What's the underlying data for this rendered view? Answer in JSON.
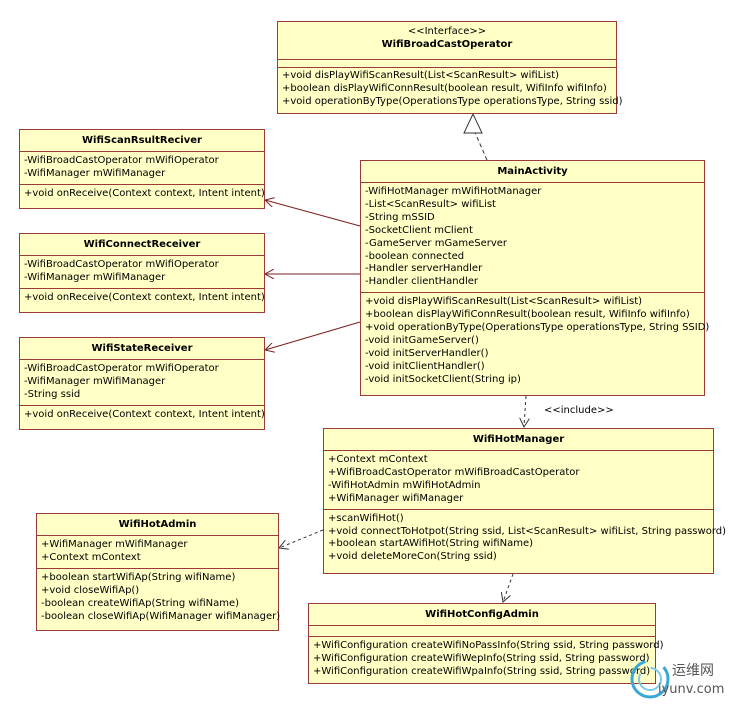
{
  "classes": {
    "wifi_broadcast_operator": {
      "stereotype": "<<Interface>>",
      "name": "WifiBroadCastOperator",
      "attributes": [],
      "operations": [
        "+void disPlayWifiScanResult(List<ScanResult> wifiList)",
        "+boolean disPlayWifiConnResult(boolean result, WifiInfo wifiInfo)",
        "+void operationByType(OperationsType operationsType, String ssid)"
      ]
    },
    "wifi_scan_rsult_reciver": {
      "name": "WifiScanRsultReciver",
      "attributes": [
        "-WifiBroadCastOperator mWifiOperator",
        "-WifiManager mWifiManager"
      ],
      "operations": [
        "+void onReceive(Context context, Intent intent)"
      ]
    },
    "wifi_connect_receiver": {
      "name": "WifiConnectReceiver",
      "attributes": [
        "-WifiBroadCastOperator mWifiOperator",
        "-WifiManager mWifiManager"
      ],
      "operations": [
        "+void onReceive(Context context, Intent intent)"
      ]
    },
    "wifi_state_receiver": {
      "name": "WifiStateReceiver",
      "attributes": [
        "-WifiBroadCastOperator mWifiOperator",
        "-WifiManager mWifiManager",
        "-String ssid"
      ],
      "operations": [
        "+void onReceive(Context context, Intent intent)"
      ]
    },
    "main_activity": {
      "name": "MainActivity",
      "attributes": [
        "-WifiHotManager mWifiHotManager",
        "-List<ScanResult> wifiList",
        "-String mSSID",
        "-SocketClient mClient",
        "-GameServer mGameServer",
        "-boolean connected",
        "-Handler serverHandler",
        "-Handler clientHandler"
      ],
      "operations": [
        "+void disPlayWifiScanResult(List<ScanResult> wifiList)",
        "+boolean disPlayWifiConnResult(boolean result, WifiInfo wifiInfo)",
        "+void operationByType(OperationsType operationsType, String SSID)",
        "-void initGameServer()",
        "-void initServerHandler()",
        "-void initClientHandler()",
        "-void initSocketClient(String ip)"
      ]
    },
    "wifi_hot_manager": {
      "name": "WifiHotManager",
      "attributes": [
        "+Context mContext",
        "+WifiBroadCastOperator mWifiBroadCastOperator",
        "-WifiHotAdmin mWifiHotAdmin",
        "+WifiManager wifiManager"
      ],
      "operations": [
        "+scanWifiHot()",
        "+void connectToHotpot(String ssid, List<ScanResult> wifiList, String password)",
        "+boolean startAWifiHot(String wifiName)",
        "+void deleteMoreCon(String ssid)"
      ]
    },
    "wifi_hot_admin": {
      "name": "WifiHotAdmin",
      "attributes": [
        "+WifiManager mWifiManager",
        "+Context mContext"
      ],
      "operations": [
        "+boolean startWifiAp(String wifiName)",
        "+void closeWifiAp()",
        "-boolean createWifiAp(String wifiName)",
        "-boolean closeWifiAp(WifiManager wifiManager)"
      ]
    },
    "wifi_hot_config_admin": {
      "name": "WifiHotConfigAdmin",
      "attributes": [],
      "operations": [
        "+WifiConfiguration createWifiNoPassInfo(String ssid, String password)",
        "+WifiConfiguration createWifiWepInfo(String ssid, String password)",
        "+WifiConfiguration createWifiWpaInfo(String ssid, String password)"
      ]
    }
  },
  "relations": {
    "include_label": "<<include>>"
  },
  "watermark": {
    "text_cn": "运维网",
    "text_en": "iyunv.com",
    "colors": {
      "ring": "#38a9d6",
      "text": "#555555"
    }
  },
  "colors": {
    "fill": "#ffffc6",
    "border": "#9c3a3a",
    "line": "#7a2020"
  }
}
